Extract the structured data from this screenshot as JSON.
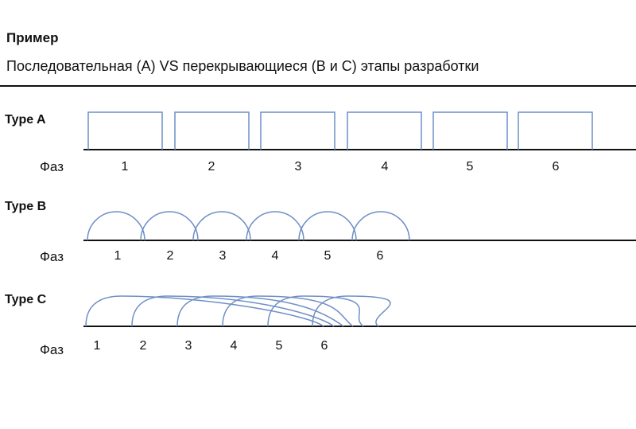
{
  "header": {
    "title": "Пример",
    "subtitle": "Последовательная (A) VS перекрывающиеся (B и C) этапы разработки"
  },
  "phase_label": "Фаз",
  "types": [
    {
      "label": "Type A",
      "phases": [
        "1",
        "2",
        "3",
        "4",
        "5",
        "6"
      ]
    },
    {
      "label": "Type B",
      "phases": [
        "1",
        "2",
        "3",
        "4",
        "5",
        "6"
      ]
    },
    {
      "label": "Type C",
      "phases": [
        "1",
        "2",
        "3",
        "4",
        "5",
        "6"
      ]
    }
  ],
  "colors": {
    "shape": "#6f8fc7",
    "line": "#111111"
  }
}
